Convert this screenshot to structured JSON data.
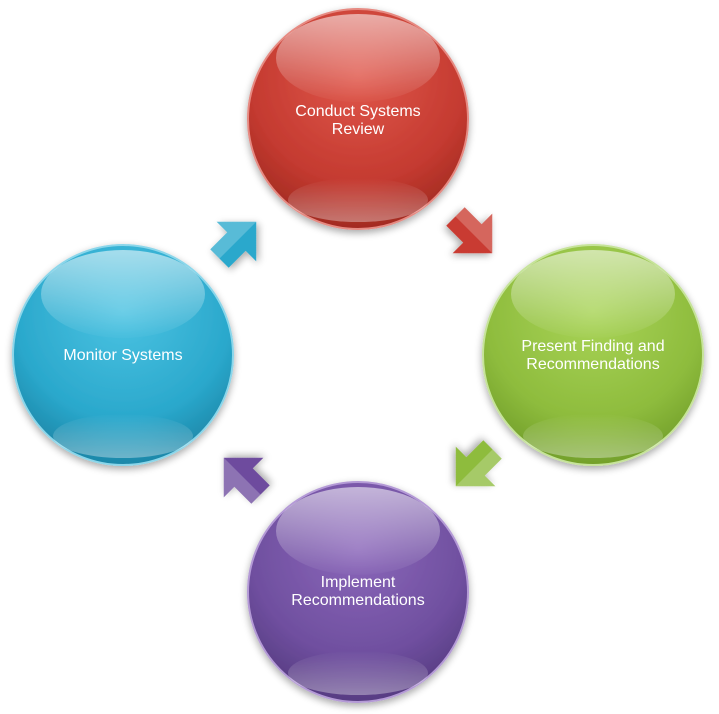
{
  "diagram": {
    "type": "cycle",
    "nodes": [
      {
        "id": "review",
        "lines": [
          "Conduct Systems",
          "Review"
        ],
        "color": "#c0392b"
      },
      {
        "id": "present",
        "lines": [
          "Present Finding and",
          "Recommendations"
        ],
        "color": "#8dbb3c"
      },
      {
        "id": "implement",
        "lines": [
          "Implement",
          "Recommendations"
        ],
        "color": "#6e4c9e"
      },
      {
        "id": "monitor",
        "lines": [
          "Monitor Systems"
        ],
        "color": "#2aa8cc"
      }
    ],
    "arrows": [
      {
        "from": "review",
        "to": "present",
        "color": "#c0392b"
      },
      {
        "from": "present",
        "to": "implement",
        "color": "#8dbb3c"
      },
      {
        "from": "implement",
        "to": "monitor",
        "color": "#6e4c9e"
      },
      {
        "from": "monitor",
        "to": "review",
        "color": "#2aa8cc"
      }
    ]
  }
}
